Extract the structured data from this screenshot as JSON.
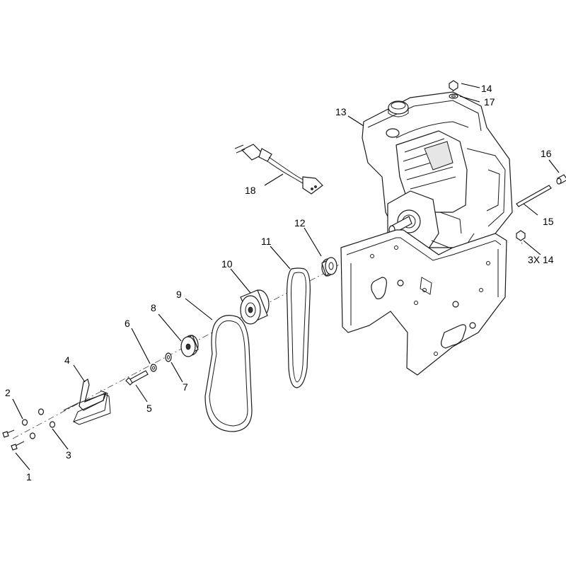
{
  "callouts": [
    {
      "id": "c1",
      "label": "1"
    },
    {
      "id": "c2",
      "label": "2"
    },
    {
      "id": "c3",
      "label": "3"
    },
    {
      "id": "c4",
      "label": "4"
    },
    {
      "id": "c5",
      "label": "5"
    },
    {
      "id": "c6",
      "label": "6"
    },
    {
      "id": "c7",
      "label": "7"
    },
    {
      "id": "c8",
      "label": "8"
    },
    {
      "id": "c9",
      "label": "9"
    },
    {
      "id": "c10",
      "label": "10"
    },
    {
      "id": "c11",
      "label": "11"
    },
    {
      "id": "c12",
      "label": "12"
    },
    {
      "id": "c13",
      "label": "13"
    },
    {
      "id": "c14",
      "label": "14"
    },
    {
      "id": "c15",
      "label": "15"
    },
    {
      "id": "c16",
      "label": "16"
    },
    {
      "id": "c17",
      "label": "17"
    },
    {
      "id": "c18",
      "label": "18"
    },
    {
      "id": "c3x14",
      "label": "3X 14"
    }
  ]
}
